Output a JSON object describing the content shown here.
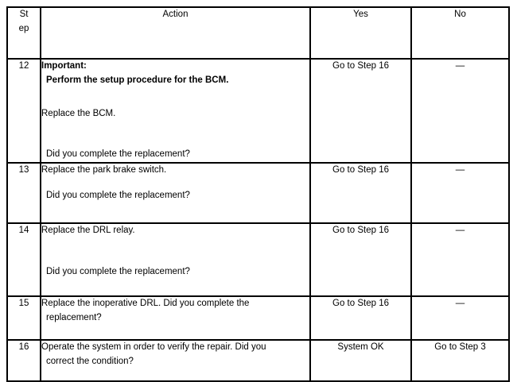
{
  "table": {
    "headers": {
      "step": "St ep",
      "step_line1": "St",
      "step_line2": "ep",
      "action": "Action",
      "yes": "Yes",
      "no": "No"
    },
    "rows": [
      {
        "step": "12",
        "action_lines": [
          "Important:",
          "Perform the setup procedure for the BCM.",
          "Replace the BCM.",
          "Did you complete the replacement?"
        ],
        "yes": "Go to Step 16",
        "no": "—"
      },
      {
        "step": "13",
        "action_lines": [
          "Replace the park brake switch.",
          "Did you complete the replacement?"
        ],
        "yes": "Go to Step 16",
        "no": "—"
      },
      {
        "step": "14",
        "action_lines": [
          "Replace the DRL relay.",
          "Did you complete the replacement?"
        ],
        "yes": "Go to Step 16",
        "no": "—"
      },
      {
        "step": "15",
        "action_lines": [
          "Replace the inoperative DRL. Did you complete the",
          "replacement?"
        ],
        "yes": "Go to Step 16",
        "no": "—"
      },
      {
        "step": "16",
        "action_lines": [
          "Operate the system in order to verify the repair. Did you",
          "correct the condition?"
        ],
        "yes": "System OK",
        "no": "Go to Step 3"
      }
    ]
  }
}
